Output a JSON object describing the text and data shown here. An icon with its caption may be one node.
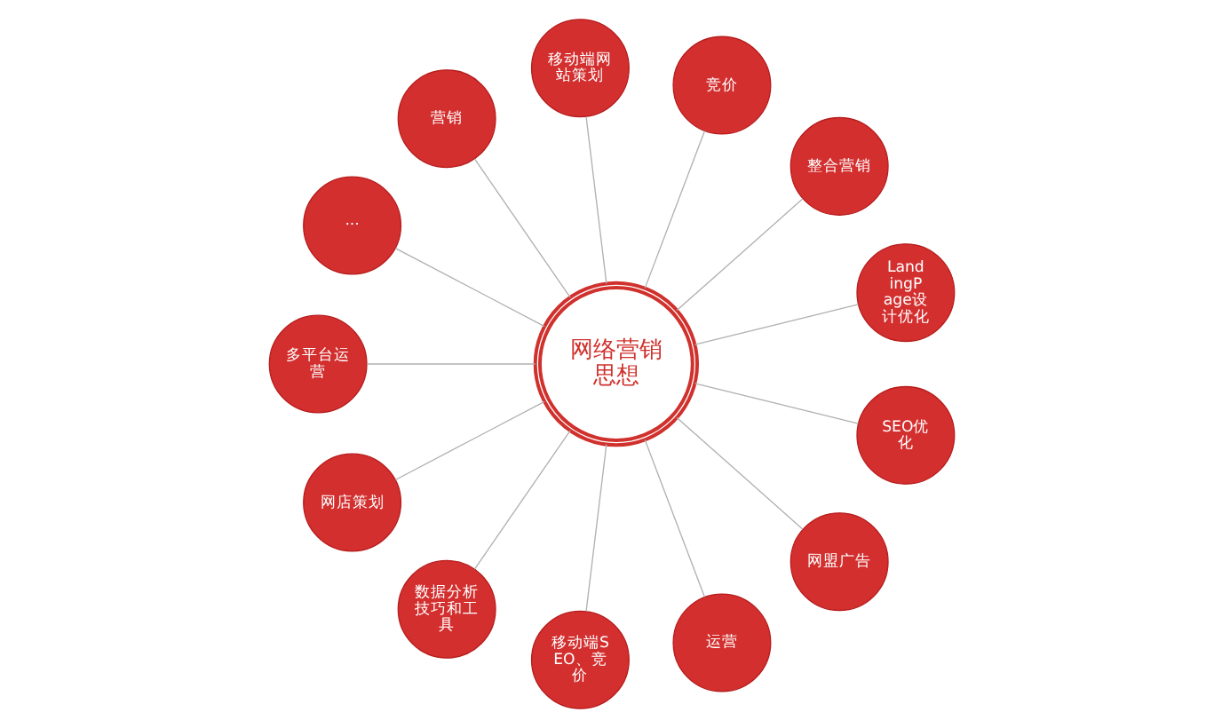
{
  "diagram": {
    "nodes": [
      {
        "text": [
          "网络营销思想"
        ]
      },
      {
        "text": [
          "LandingPage设计优化"
        ]
      },
      {
        "text": [
          "整合营销"
        ]
      },
      {
        "text": [
          "竞价"
        ]
      },
      {
        "text": [
          "移动端网站策划"
        ]
      },
      {
        "text": [
          "营销"
        ]
      },
      {
        "text": [
          "···"
        ]
      },
      {
        "text": [
          "多平台运营"
        ]
      },
      {
        "text": [
          "网店策划"
        ]
      },
      {
        "text": [
          "数据分析技巧和工具"
        ]
      },
      {
        "text": [
          "移动端SEO、竞价"
        ]
      },
      {
        "text": [
          "运营"
        ]
      },
      {
        "text": [
          "网盟广告"
        ]
      },
      {
        "text": [
          "SEO优化"
        ]
      }
    ],
    "edges": [
      {
        "from": 0,
        "to": 1,
        "arrow": "none"
      },
      {
        "from": 0,
        "to": 2,
        "arrow": "none"
      },
      {
        "from": 0,
        "to": 3,
        "arrow": "none"
      },
      {
        "from": 0,
        "to": 4,
        "arrow": "none"
      },
      {
        "from": 0,
        "to": 5,
        "arrow": "none"
      },
      {
        "from": 0,
        "to": 6,
        "arrow": "none"
      },
      {
        "from": 0,
        "to": 7,
        "arrow": "none"
      },
      {
        "from": 0,
        "to": 8,
        "arrow": "none"
      },
      {
        "from": 0,
        "to": 9,
        "arrow": "none"
      },
      {
        "from": 0,
        "to": 10,
        "arrow": "none"
      },
      {
        "from": 0,
        "to": 11,
        "arrow": "none"
      },
      {
        "from": 0,
        "to": 12,
        "arrow": "none"
      },
      {
        "from": 0,
        "to": 13,
        "arrow": "none"
      }
    ]
  }
}
